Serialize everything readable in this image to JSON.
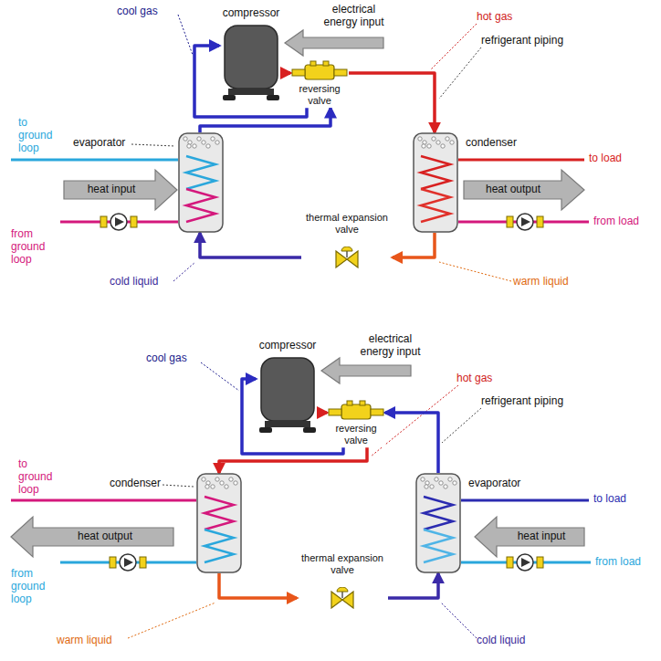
{
  "diagram": {
    "nodes": [
      {
        "text": [
          "compressor"
        ]
      },
      {
        "text": [
          "reversing valve"
        ]
      },
      {
        "text": [
          "evaporator"
        ]
      },
      {
        "text": [
          "condenser"
        ]
      },
      {
        "text": [
          "thermal expansion valve"
        ]
      },
      {
        "text": [
          "compressor"
        ]
      },
      {
        "text": [
          "reversing valve"
        ]
      },
      {
        "text": [
          "condenser"
        ]
      },
      {
        "text": [
          "evaporator"
        ]
      },
      {
        "text": [
          "thermal expansion valve"
        ]
      }
    ],
    "edges": [
      {
        "from": 0,
        "to": 1,
        "arrow": "to"
      },
      {
        "from": 1,
        "to": 3,
        "arrow": "to"
      },
      {
        "from": 3,
        "to": 4,
        "arrow": "to"
      },
      {
        "from": 4,
        "to": 2,
        "arrow": "to"
      },
      {
        "from": 2,
        "to": 1,
        "arrow": "to"
      },
      {
        "from": 1,
        "to": 0,
        "arrow": "to"
      },
      {
        "from": 5,
        "to": 6,
        "arrow": "to"
      },
      {
        "from": 6,
        "to": 7,
        "arrow": "to"
      },
      {
        "from": 7,
        "to": 9,
        "arrow": "to"
      },
      {
        "from": 9,
        "to": 8,
        "arrow": "to"
      },
      {
        "from": 8,
        "to": 6,
        "arrow": "to"
      },
      {
        "from": 6,
        "to": 5,
        "arrow": "to"
      }
    ],
    "labels": [
      "cool gas",
      "electrical energy input",
      "hot gas",
      "refrigerant piping",
      "to ground loop",
      "heat input",
      "from ground loop",
      "to load",
      "heat output",
      "from load",
      "cold liquid",
      "warm liquid",
      "cool gas",
      "electrical energy input",
      "hot gas",
      "refrigerant piping",
      "to ground loop",
      "heat output",
      "from ground loop",
      "to load",
      "heat input",
      "from load",
      "warm liquid",
      "cold liquid"
    ]
  }
}
